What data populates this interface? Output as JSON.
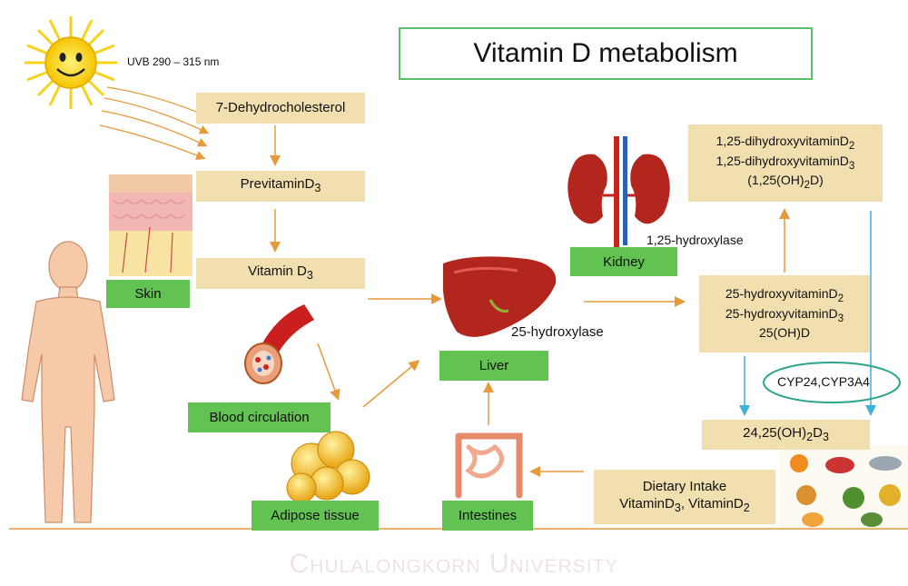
{
  "title": "Vitamin D metabolism",
  "uvb_label": "UVB 290 – 315 nm",
  "nodes": {
    "dehydrocholesterol": "7-Dehydrocholesterol",
    "previtamin": {
      "text": "PrevitaminD",
      "sub": "3"
    },
    "vitamin_d3": {
      "text": "Vitamin D",
      "sub": "3"
    },
    "dihydroxy_d2": {
      "text": "1,25-dihydroxyvitaminD",
      "sub": "2"
    },
    "dihydroxy_d3": {
      "text": "1,25-dihydroxyvitaminD",
      "sub": "3"
    },
    "dihydroxy_formula": {
      "pre": "(1,25(OH)",
      "sub": "2",
      "post": "D)"
    },
    "hydroxy_d2": {
      "text": "25-hydroxyvitaminD",
      "sub": "2"
    },
    "hydroxy_d3": {
      "text": "25-hydroxyvitaminD",
      "sub": "3"
    },
    "hydroxy_formula": "25(OH)D",
    "metabolite_24_25": {
      "pre": "24,25(OH)",
      "sub1": "2",
      "mid": "D",
      "sub2": "3"
    },
    "dietary_title": "Dietary Intake",
    "dietary_line": {
      "a": "VitaminD",
      "sub_a": "3",
      "sep": ", VitaminD",
      "sub_b": "2"
    }
  },
  "labels": {
    "skin": "Skin",
    "blood": "Blood circulation",
    "adipose": "Adipose tissue",
    "intestines": "Intestines",
    "liver": "Liver",
    "kidney": "Kidney"
  },
  "enzymes": {
    "hydroxylase_25": "25-hydroxylase",
    "hydroxylase_125": "1,25-hydroxylase",
    "cyp": "CYP24,CYP3A4"
  },
  "watermark": "Chulalongkorn University",
  "colors": {
    "arrow_orange": "#e59a3c",
    "arrow_blue": "#3fb0d8",
    "label_green": "#62c252",
    "box_tan": "#f2dfb0",
    "ellipse_teal": "#2aa58a"
  }
}
